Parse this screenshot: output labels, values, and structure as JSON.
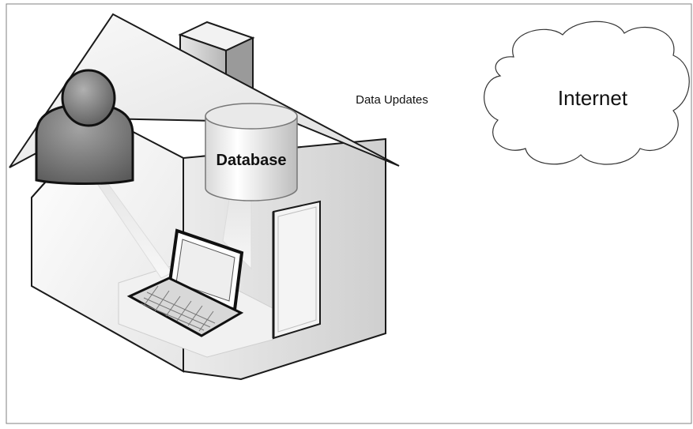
{
  "labels": {
    "database": "Database",
    "data_updates": "Data Updates",
    "internet": "Internet"
  },
  "icons": {
    "house": "house-icon",
    "chimney": "chimney-icon",
    "user": "user-icon",
    "database": "database-cylinder-icon",
    "laptop": "laptop-icon",
    "cloud": "cloud-icon"
  },
  "colors": {
    "frame": "#808080",
    "outline": "#1a1a1a",
    "user_fill": "#7a7a7a",
    "user_outline": "#111111",
    "wall_shade": "#d9d9d9"
  }
}
